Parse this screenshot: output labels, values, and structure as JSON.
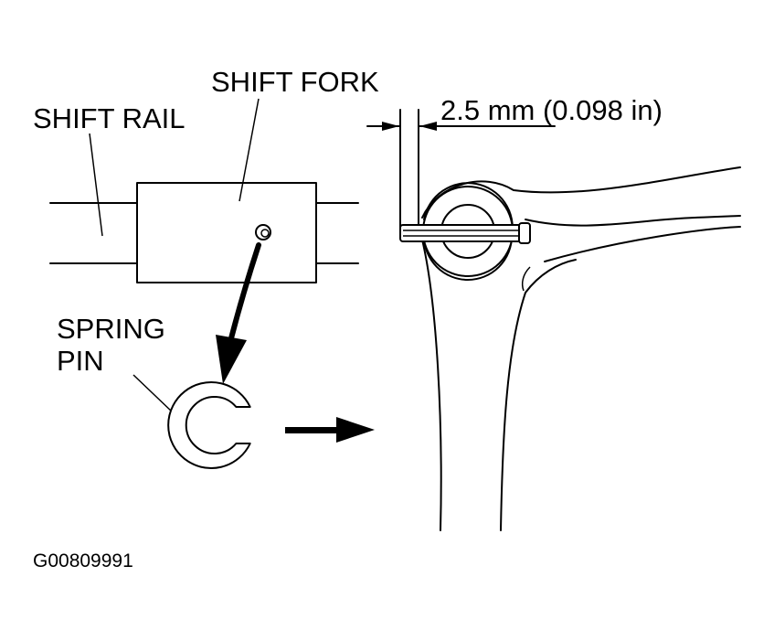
{
  "labels": {
    "shift_rail": "SHIFT RAIL",
    "shift_fork": "SHIFT FORK",
    "spring_pin_line1": "SPRING",
    "spring_pin_line2": "PIN",
    "dimension": "2.5 mm (0.098 in)",
    "figure_id": "G00809991"
  },
  "colors": {
    "line": "#000000",
    "background": "#ffffff"
  }
}
